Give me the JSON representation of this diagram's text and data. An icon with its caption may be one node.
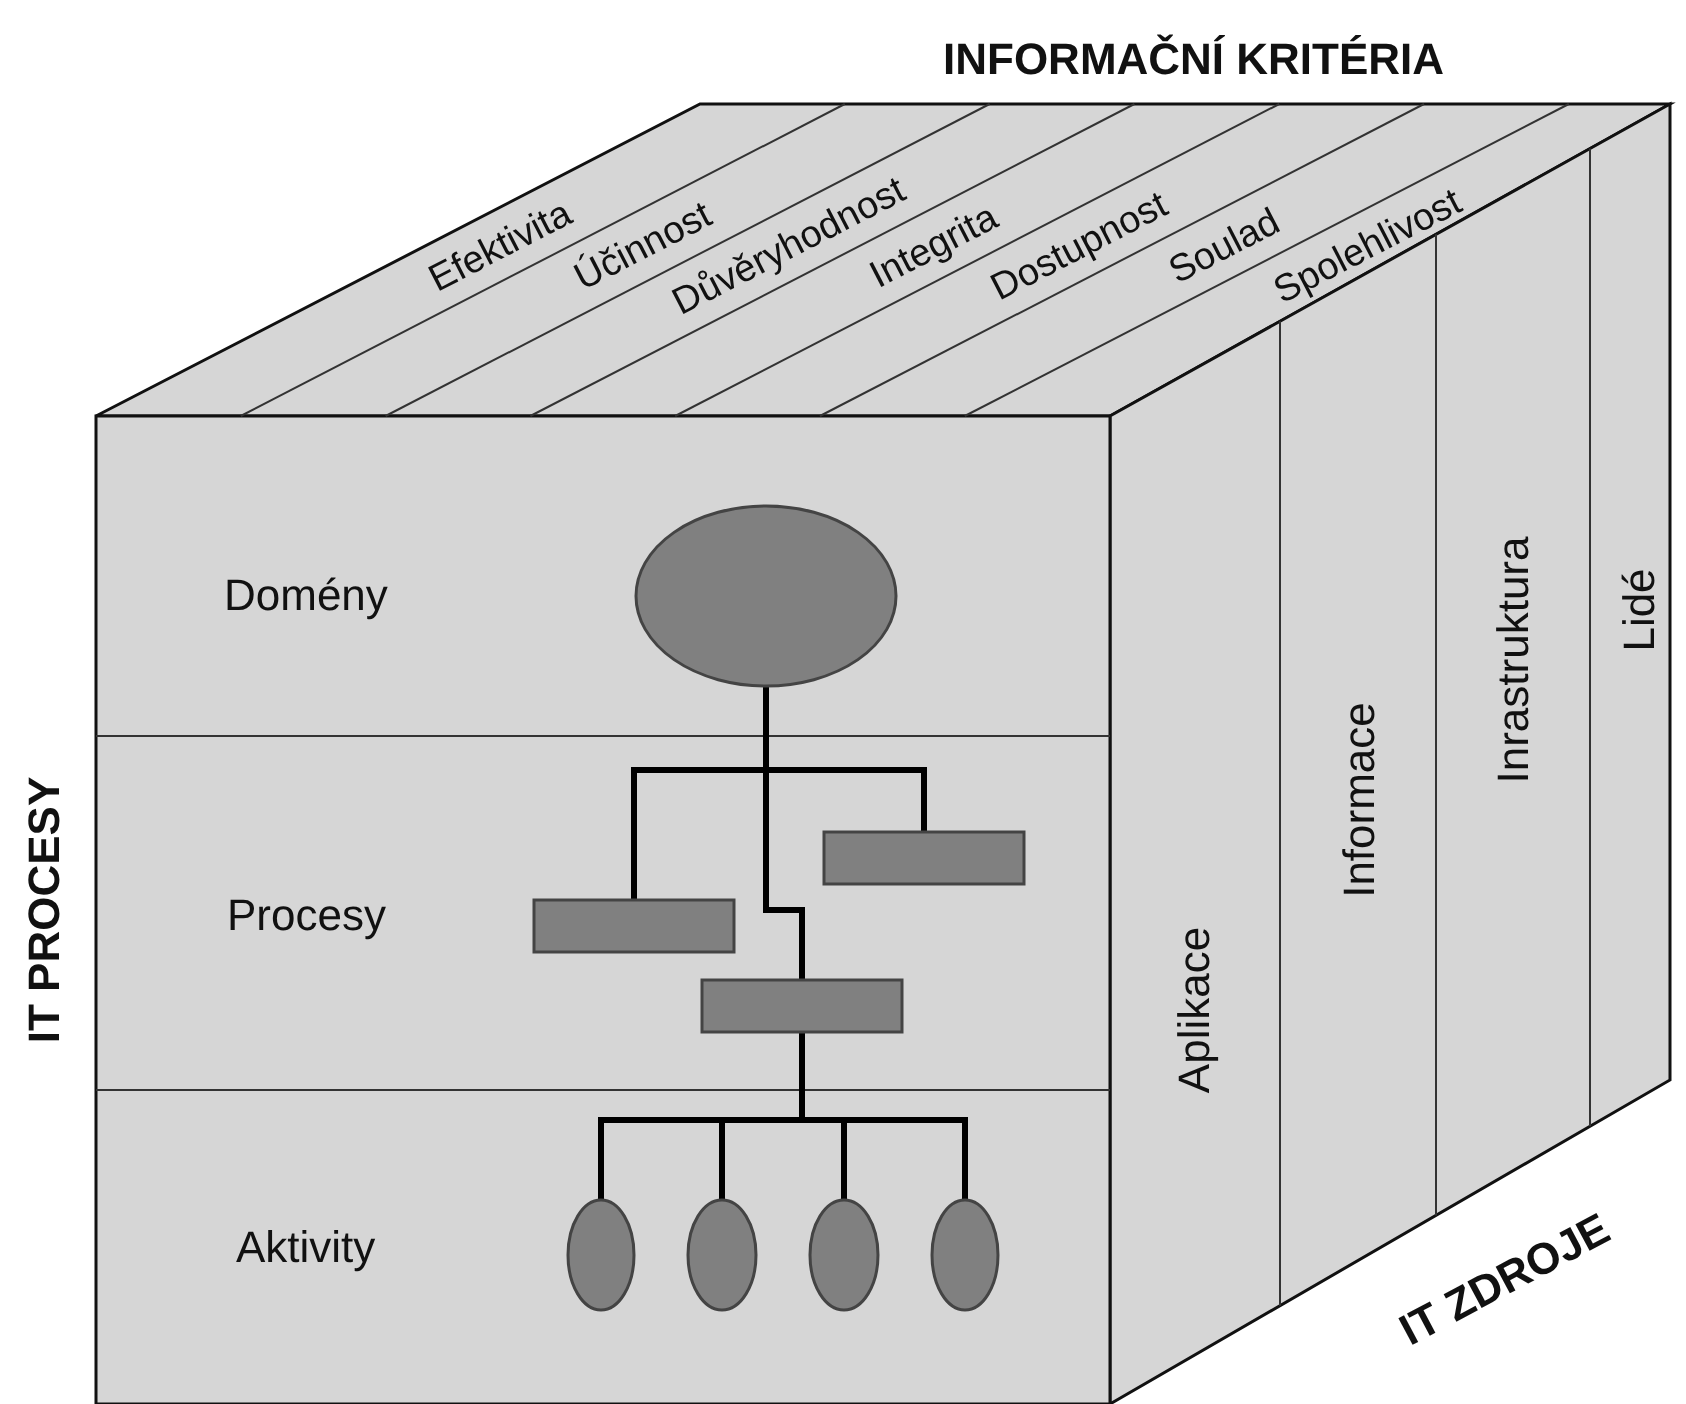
{
  "diagram": {
    "nodes": [
      {
        "text": [],
        "shape": "circle"
      },
      {
        "text": [],
        "shape": "box"
      },
      {
        "text": [],
        "shape": "box"
      },
      {
        "text": [],
        "shape": "box"
      },
      {
        "text": [],
        "shape": "circle"
      },
      {
        "text": [],
        "shape": "circle"
      },
      {
        "text": [],
        "shape": "circle"
      },
      {
        "text": [],
        "shape": "circle"
      }
    ],
    "edges": [
      {
        "from": 0,
        "to": 1,
        "arrow": "none"
      },
      {
        "from": 0,
        "to": 2,
        "arrow": "none"
      },
      {
        "from": 0,
        "to": 3,
        "arrow": "none"
      },
      {
        "from": 3,
        "to": 4,
        "arrow": "none"
      },
      {
        "from": 3,
        "to": 5,
        "arrow": "none"
      },
      {
        "from": 3,
        "to": 6,
        "arrow": "none"
      },
      {
        "from": 3,
        "to": 7,
        "arrow": "none"
      }
    ],
    "labels": [
      "INFORMAČNÍ KRITÉRIA",
      "Efektivita",
      "Účinnost",
      "Důvěryhodnost",
      "Integrita",
      "Dostupnost",
      "Soulad",
      "Spolehlivost",
      "IT PROCESY",
      "Domény",
      "Procesy",
      "Aktivity",
      "Aplikace",
      "Informace",
      "Inrastruktura",
      "Lidé",
      "IT ZDROJE"
    ]
  }
}
